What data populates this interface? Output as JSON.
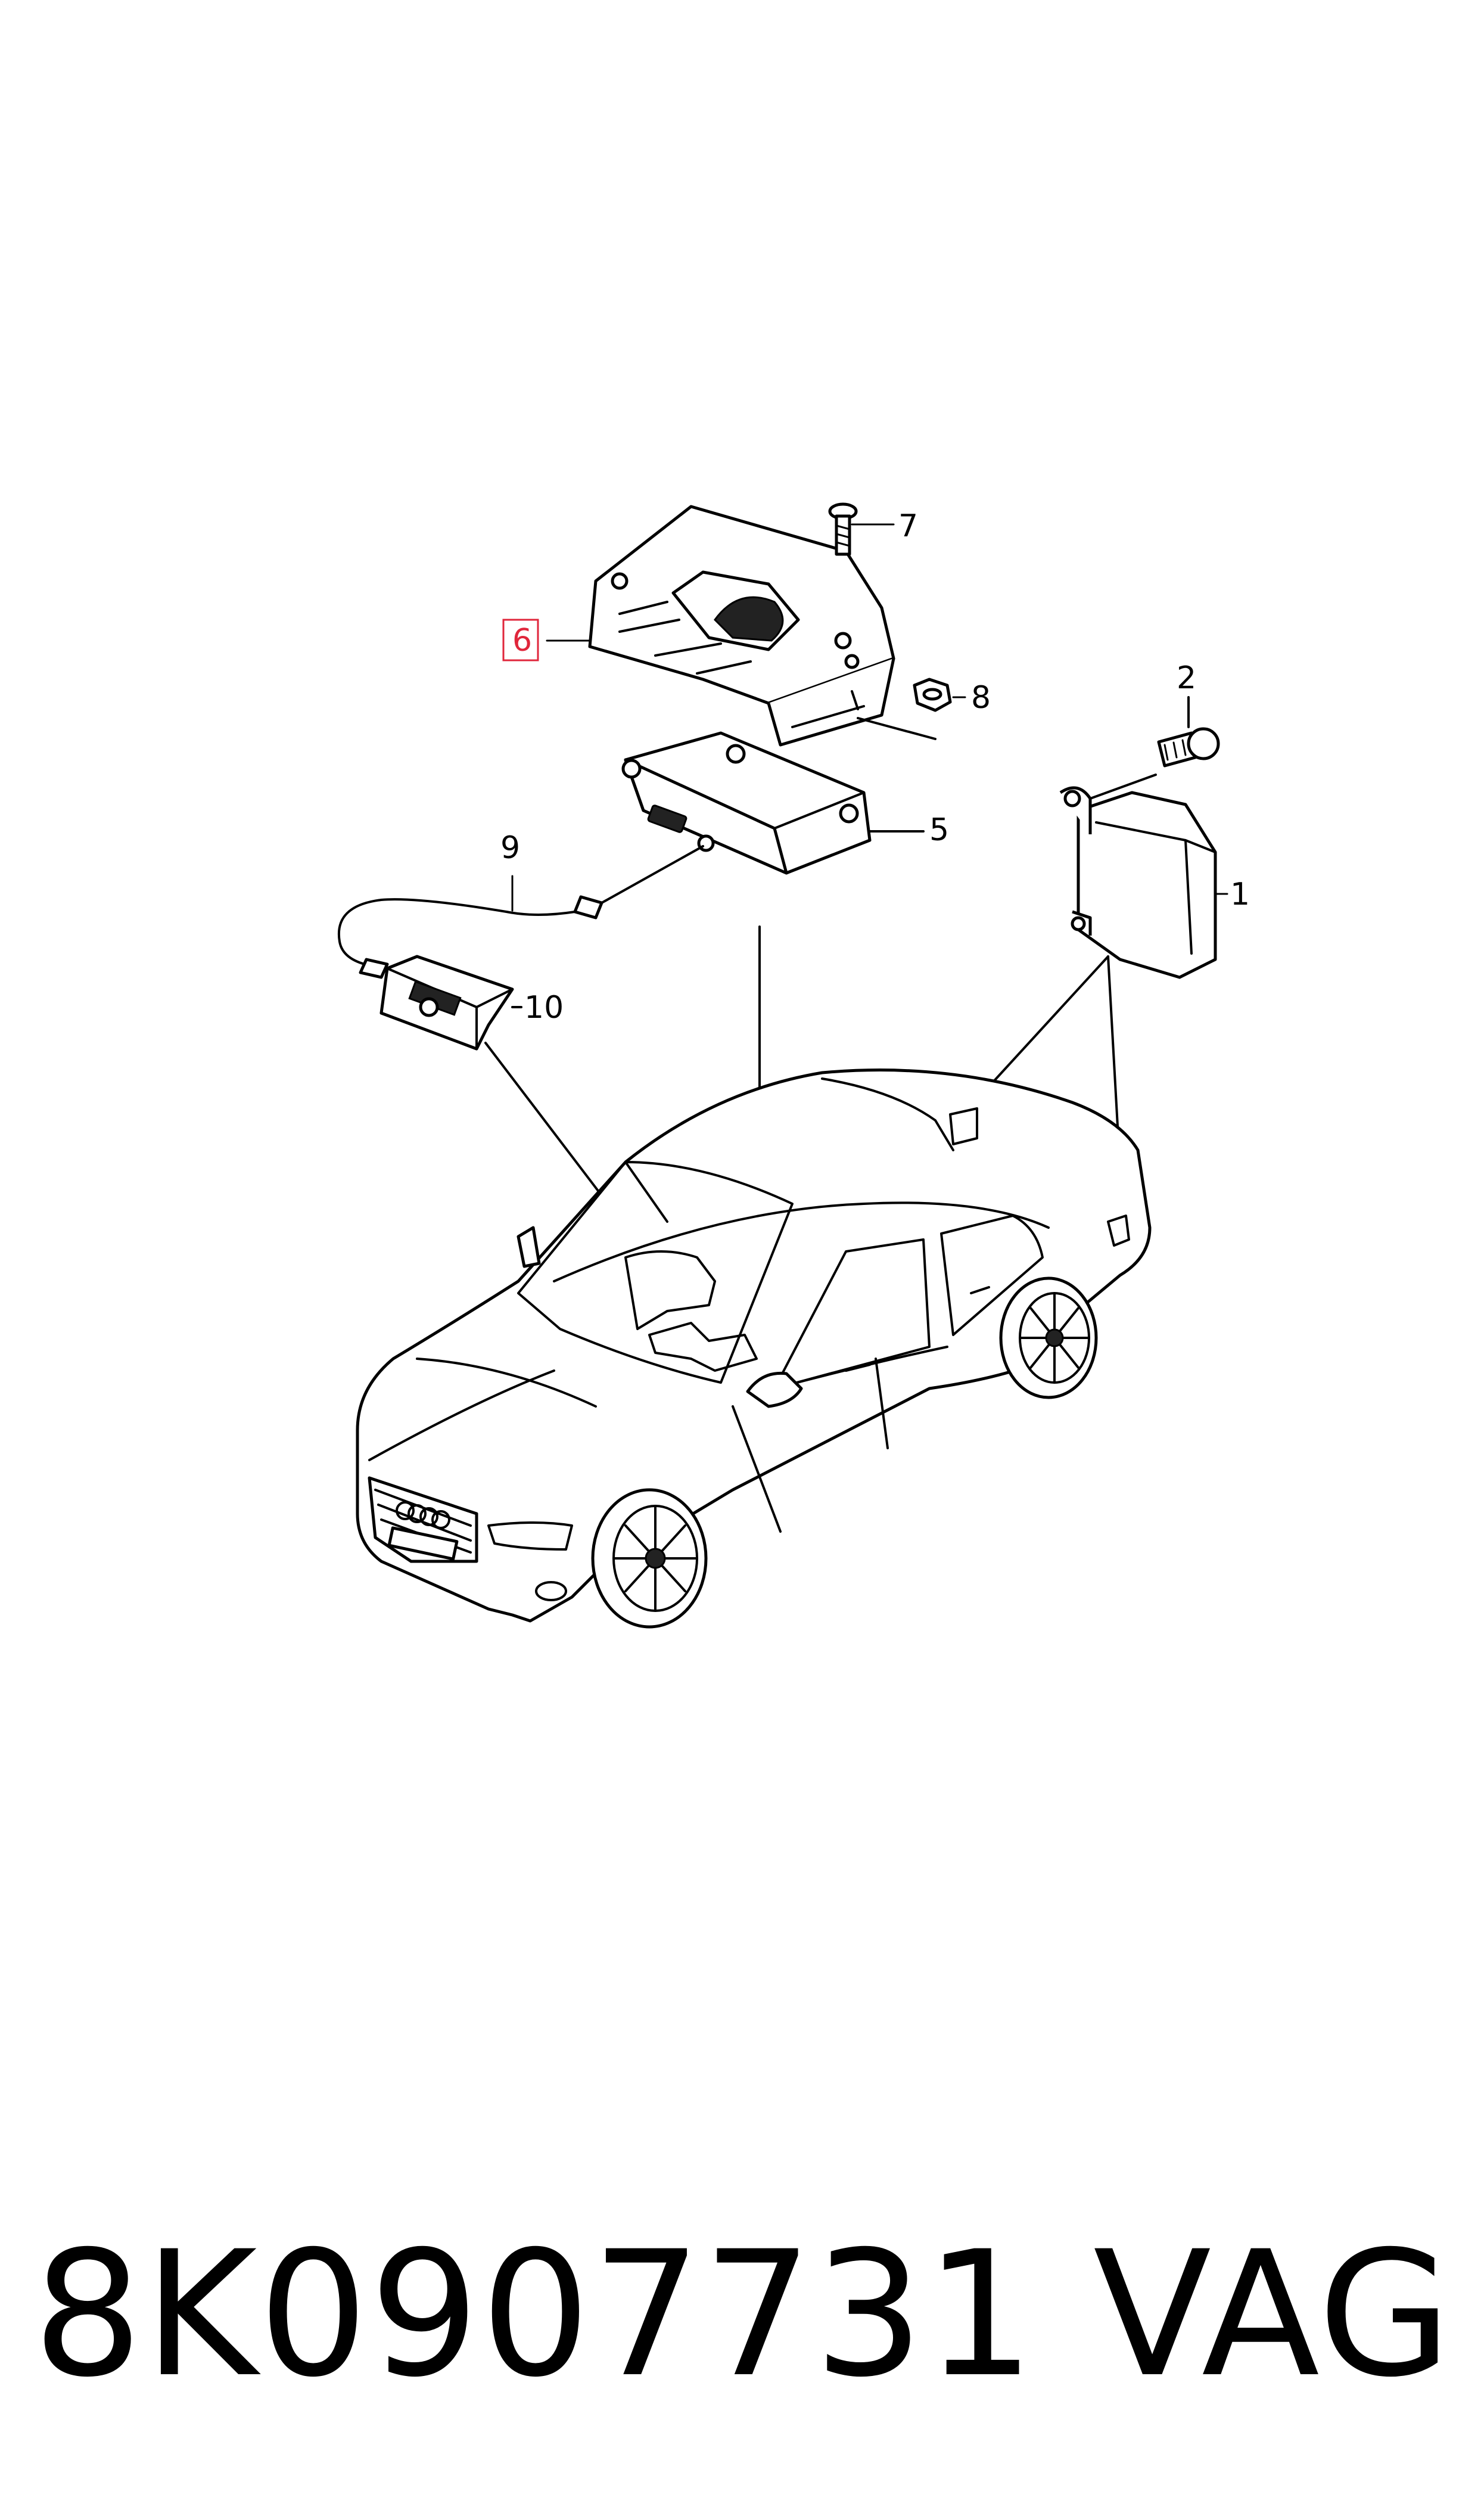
{
  "diagram": {
    "callouts": {
      "c1": "1",
      "c2": "2",
      "c5": "5",
      "c6": "6",
      "c7": "7",
      "c8": "8",
      "c9": "9",
      "c10": "10"
    },
    "highlighted_callout": "6",
    "highlight_color": "#e0263b",
    "part_number": "8K0907731",
    "manufacturer": "VAG"
  }
}
